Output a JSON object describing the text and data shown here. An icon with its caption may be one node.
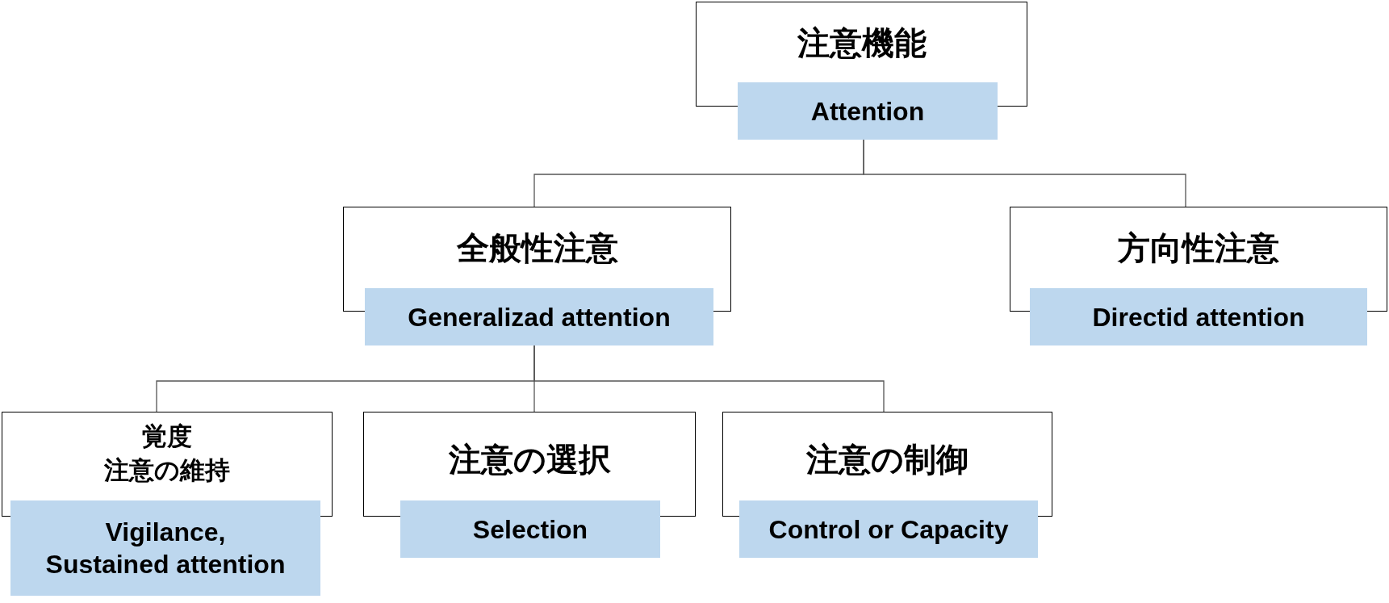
{
  "diagram": {
    "nodes": [
      {
        "text": [
          "注意機能",
          "Attention"
        ]
      },
      {
        "text": [
          "全般性注意",
          "Generalizad attention"
        ]
      },
      {
        "text": [
          "方向性注意",
          "Directid attention"
        ]
      },
      {
        "text": [
          "覚度",
          "注意の維持",
          "Vigilance, Sustained attention"
        ]
      },
      {
        "text": [
          "注意の選択",
          "Selection"
        ]
      },
      {
        "text": [
          "注意の制御",
          "Control or Capacity"
        ]
      }
    ],
    "edges": [
      {
        "from": 0,
        "to": 1,
        "arrow": "none"
      },
      {
        "from": 0,
        "to": 2,
        "arrow": "none"
      },
      {
        "from": 1,
        "to": 3,
        "arrow": "none"
      },
      {
        "from": 1,
        "to": 4,
        "arrow": "none"
      },
      {
        "from": 1,
        "to": 5,
        "arrow": "none"
      }
    ]
  }
}
